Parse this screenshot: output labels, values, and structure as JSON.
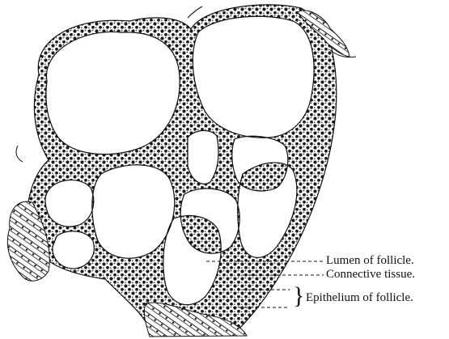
{
  "figure": {
    "style": "black-and-white histological engraving",
    "labels": {
      "lumen": "Lumen of follicle.",
      "connective": "Connective tissue.",
      "epithelium": "Epithelium of follicle."
    },
    "brace_glyph": "}",
    "ink_color": "#111111"
  }
}
